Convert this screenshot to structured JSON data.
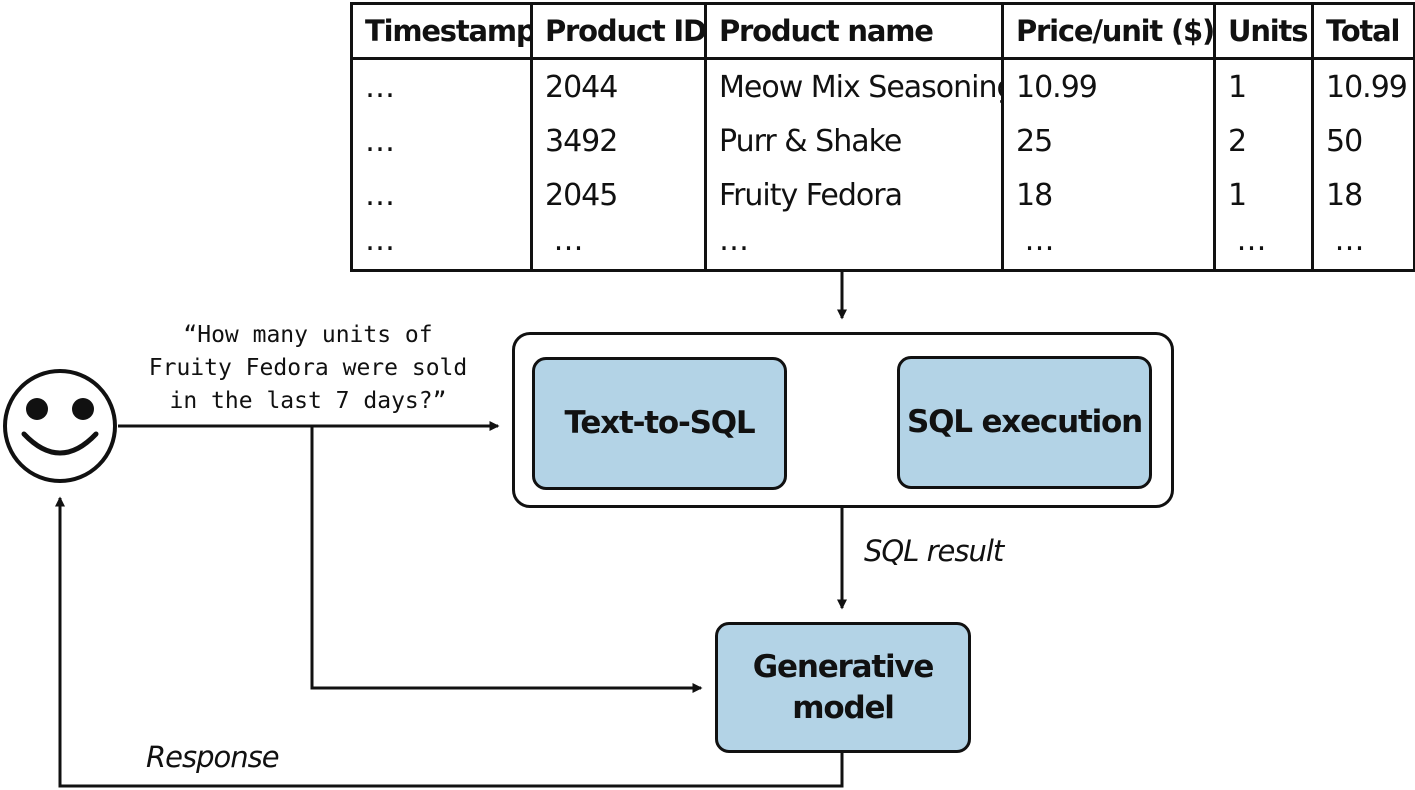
{
  "table": {
    "headers": [
      "Timestamp",
      "Product ID",
      "Product name",
      "Price/unit ($)",
      "Units",
      "Total"
    ],
    "rows": [
      [
        "…",
        "2044",
        "Meow Mix Seasoning",
        "10.99",
        "1",
        "10.99"
      ],
      [
        "…",
        "3492",
        "Purr & Shake",
        "25",
        "2",
        "50"
      ],
      [
        "…",
        "2045",
        "Fruity Fedora",
        "18",
        "1",
        "18"
      ],
      [
        "…",
        " …",
        "…",
        " …",
        " …",
        " …"
      ]
    ]
  },
  "user": {
    "icon": "smiley-face-icon",
    "question": "“How many units of\nFruity Fedora were sold\nin the last 7 days?”"
  },
  "nodes": {
    "text_to_sql": "Text-to-SQL",
    "sql_execution": "SQL execution",
    "generative_model": "Generative\nmodel"
  },
  "edges": {
    "sql_result": "SQL result",
    "response": "Response"
  },
  "colors": {
    "node_fill": "#b3d3e6",
    "stroke": "#111111"
  }
}
